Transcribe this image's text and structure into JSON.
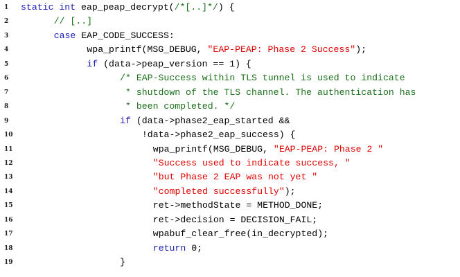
{
  "colors": {
    "keyword": "#1b1bb3",
    "comment": "#1a701a",
    "string": "#e30000",
    "plain": "#000000"
  },
  "lines": [
    {
      "n": "1",
      "indent": 0,
      "tokens": [
        {
          "t": "kw",
          "v": "static int"
        },
        {
          "t": "pl",
          "v": " eap_peap_decrypt("
        },
        {
          "t": "cm",
          "v": "/*[..]*/"
        },
        {
          "t": "pl",
          "v": ") {"
        }
      ]
    },
    {
      "n": "2",
      "indent": 6,
      "tokens": [
        {
          "t": "cm",
          "v": "// [..]"
        }
      ]
    },
    {
      "n": "3",
      "indent": 6,
      "tokens": [
        {
          "t": "kw",
          "v": "case"
        },
        {
          "t": "pl",
          "v": " EAP_CODE_SUCCESS:"
        }
      ]
    },
    {
      "n": "4",
      "indent": 12,
      "tokens": [
        {
          "t": "pl",
          "v": "wpa_printf(MSG_DEBUG, "
        },
        {
          "t": "st",
          "v": "\"EAP-PEAP: Phase 2 Success\""
        },
        {
          "t": "pl",
          "v": ");"
        }
      ]
    },
    {
      "n": "5",
      "indent": 12,
      "tokens": [
        {
          "t": "kw",
          "v": "if"
        },
        {
          "t": "pl",
          "v": " (data->peap_version == 1) {"
        }
      ]
    },
    {
      "n": "6",
      "indent": 18,
      "tokens": [
        {
          "t": "cm",
          "v": "/* EAP-Success within TLS tunnel is used to indicate"
        }
      ]
    },
    {
      "n": "7",
      "indent": 18,
      "tokens": [
        {
          "t": "cm",
          "v": " * shutdown of the TLS channel. The authentication has"
        }
      ]
    },
    {
      "n": "8",
      "indent": 18,
      "tokens": [
        {
          "t": "cm",
          "v": " * been completed. */"
        }
      ]
    },
    {
      "n": "9",
      "indent": 18,
      "tokens": [
        {
          "t": "kw",
          "v": "if"
        },
        {
          "t": "pl",
          "v": " (data->phase2_eap_started &&"
        }
      ]
    },
    {
      "n": "10",
      "indent": 22,
      "tokens": [
        {
          "t": "pl",
          "v": "!data->phase2_eap_success) {"
        }
      ]
    },
    {
      "n": "11",
      "indent": 24,
      "tokens": [
        {
          "t": "pl",
          "v": "wpa_printf(MSG_DEBUG, "
        },
        {
          "t": "st",
          "v": "\"EAP-PEAP: Phase 2 \""
        }
      ]
    },
    {
      "n": "12",
      "indent": 24,
      "tokens": [
        {
          "t": "st",
          "v": "\"Success used to indicate success, \""
        }
      ]
    },
    {
      "n": "13",
      "indent": 24,
      "tokens": [
        {
          "t": "st",
          "v": "\"but Phase 2 EAP was not yet \""
        }
      ]
    },
    {
      "n": "14",
      "indent": 24,
      "tokens": [
        {
          "t": "st",
          "v": "\"completed successfully\""
        },
        {
          "t": "pl",
          "v": ");"
        }
      ]
    },
    {
      "n": "15",
      "indent": 24,
      "tokens": [
        {
          "t": "pl",
          "v": "ret->methodState = METHOD_DONE;"
        }
      ]
    },
    {
      "n": "16",
      "indent": 24,
      "tokens": [
        {
          "t": "pl",
          "v": "ret->decision = DECISION_FAIL;"
        }
      ]
    },
    {
      "n": "17",
      "indent": 24,
      "tokens": [
        {
          "t": "pl",
          "v": "wpabuf_clear_free(in_decrypted);"
        }
      ]
    },
    {
      "n": "18",
      "indent": 24,
      "tokens": [
        {
          "kind": "",
          "t": "kw",
          "v": "return"
        },
        {
          "t": "pl",
          "v": " 0;"
        }
      ]
    },
    {
      "n": "19",
      "indent": 18,
      "tokens": [
        {
          "t": "pl",
          "v": "}"
        }
      ]
    }
  ]
}
